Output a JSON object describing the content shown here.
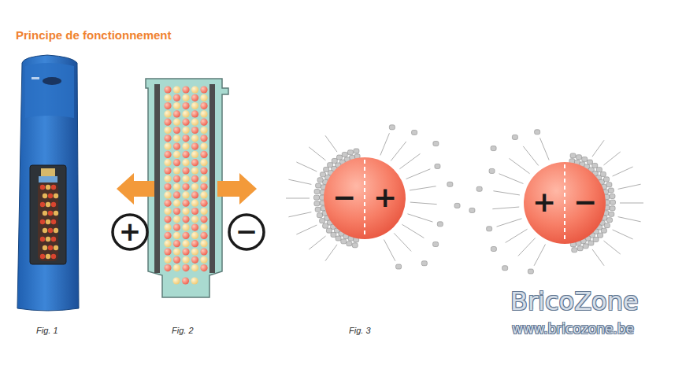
{
  "diagram": {
    "title": "Principe de fonctionnement",
    "nodes": [
      {
        "text": [
          "+"
        ]
      },
      {
        "text": [
          "−"
        ]
      },
      {
        "text": [
          "−",
          "+"
        ]
      },
      {
        "text": [
          "+",
          "−"
        ]
      }
    ],
    "labels": [
      "Fig. 1",
      "Fig. 2",
      "Fig. 3",
      "BricoZone",
      "www.bricozone.be"
    ]
  }
}
